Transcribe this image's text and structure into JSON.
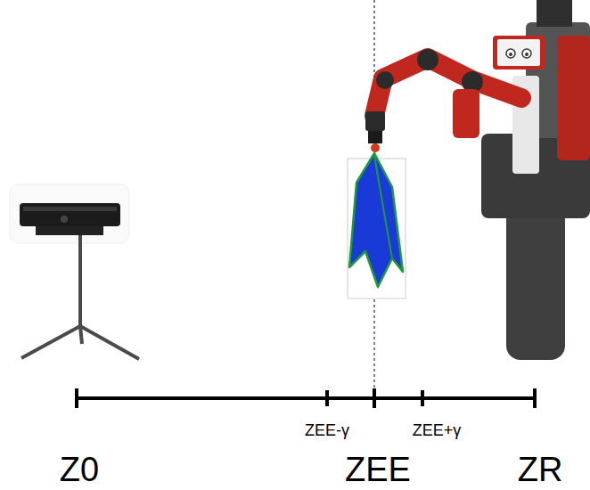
{
  "diagram": {
    "labels": [
      "ZEE-γ",
      "ZEE+γ",
      "Z0",
      "ZEE",
      "ZR"
    ]
  }
}
